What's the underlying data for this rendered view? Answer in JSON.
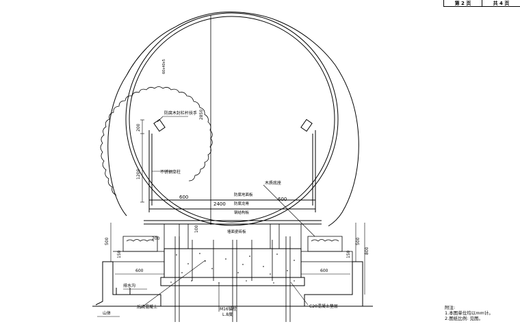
{
  "title_block": {
    "page_label": "第 2 页",
    "total_label": "共 4 页"
  },
  "dimensions": {
    "pole": "2850",
    "ring_steel": "60x40x5",
    "top_200": "200",
    "rail_1200": "1200",
    "side_600_left": "600",
    "side_600_right": "600",
    "span_2400": "2400",
    "inner_100": "100",
    "inner_200": "200",
    "left_500": "500",
    "left_150": "150",
    "right_500": "500",
    "right_150": "150",
    "right_800": "800",
    "bottom_600_left": "600",
    "bottom_600_right": "600"
  },
  "labels": {
    "handrail": "防腐木封栏杆扶手",
    "steel_post": "不锈钢立柱",
    "deck_top": "防腐地面板",
    "deck_keel": "防腐龙骨",
    "deck_steel": "钢结构板",
    "wood_beam": "木质底座",
    "tile_board": "墙面瓷砖板",
    "drain": "排水沟",
    "mountain": "山体",
    "post_concrete": "后浇混凝土",
    "anchor_bolt": "M16锚栓",
    "anchor_length": "L.8度",
    "c20_cushion": "C20混凝土垫层"
  },
  "notes": {
    "heading": "附注:",
    "line1": "1.本图单位均以mm计。",
    "line2": "2.图纸比例: 见图。"
  }
}
